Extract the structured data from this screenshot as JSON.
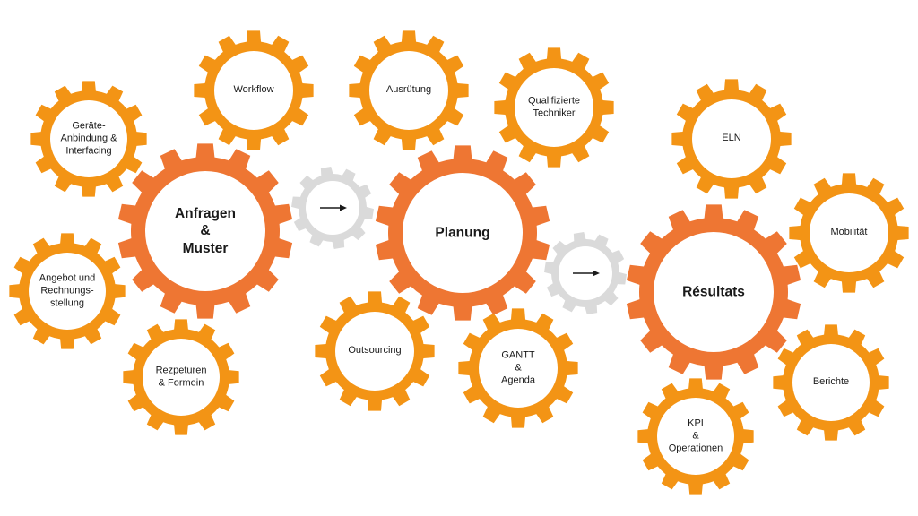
{
  "colors": {
    "small_gear": "#F39415",
    "large_gear": "#EE7633",
    "connector_gear": "#DADADA",
    "gear_center": "#FFFFFF",
    "text": "#1A1A1A",
    "arrow": "#1A1A1A"
  },
  "gears": [
    {
      "id": "workflow",
      "kind": "small",
      "lines": [
        "Workflow"
      ]
    },
    {
      "id": "geraete",
      "kind": "small",
      "lines": [
        "Geräte-",
        "Anbindung &",
        "Interfacing"
      ]
    },
    {
      "id": "anfragen",
      "kind": "large",
      "lines": [
        "Anfragen",
        "&",
        "Muster"
      ]
    },
    {
      "id": "angebot",
      "kind": "small",
      "lines": [
        "Angebot und",
        "Rechnungs-",
        "stellung"
      ]
    },
    {
      "id": "rezepturen",
      "kind": "small",
      "lines": [
        "Rezpeturen",
        "& Formein"
      ]
    },
    {
      "id": "ausruetung",
      "kind": "small",
      "lines": [
        "Ausrütung"
      ]
    },
    {
      "id": "techniker",
      "kind": "small",
      "lines": [
        "Qualifizierte",
        "Techniker"
      ]
    },
    {
      "id": "planung",
      "kind": "large",
      "lines": [
        "Planung"
      ]
    },
    {
      "id": "outsourcing",
      "kind": "small",
      "lines": [
        "Outsourcing"
      ]
    },
    {
      "id": "gantt",
      "kind": "small",
      "lines": [
        "GANTT",
        "&",
        "Agenda"
      ]
    },
    {
      "id": "eln",
      "kind": "small",
      "lines": [
        "ELN"
      ]
    },
    {
      "id": "mobilitaet",
      "kind": "small",
      "lines": [
        "Mobilität"
      ]
    },
    {
      "id": "resultats",
      "kind": "large",
      "lines": [
        "Résultats"
      ]
    },
    {
      "id": "berichte",
      "kind": "small",
      "lines": [
        "Berichte"
      ]
    },
    {
      "id": "kpi",
      "kind": "small",
      "lines": [
        "KPI",
        "&",
        "Operationen"
      ]
    }
  ],
  "connectors": [
    {
      "id": "connector-1",
      "icon": "right-arrow-icon"
    },
    {
      "id": "connector-2",
      "icon": "right-arrow-icon"
    }
  ]
}
